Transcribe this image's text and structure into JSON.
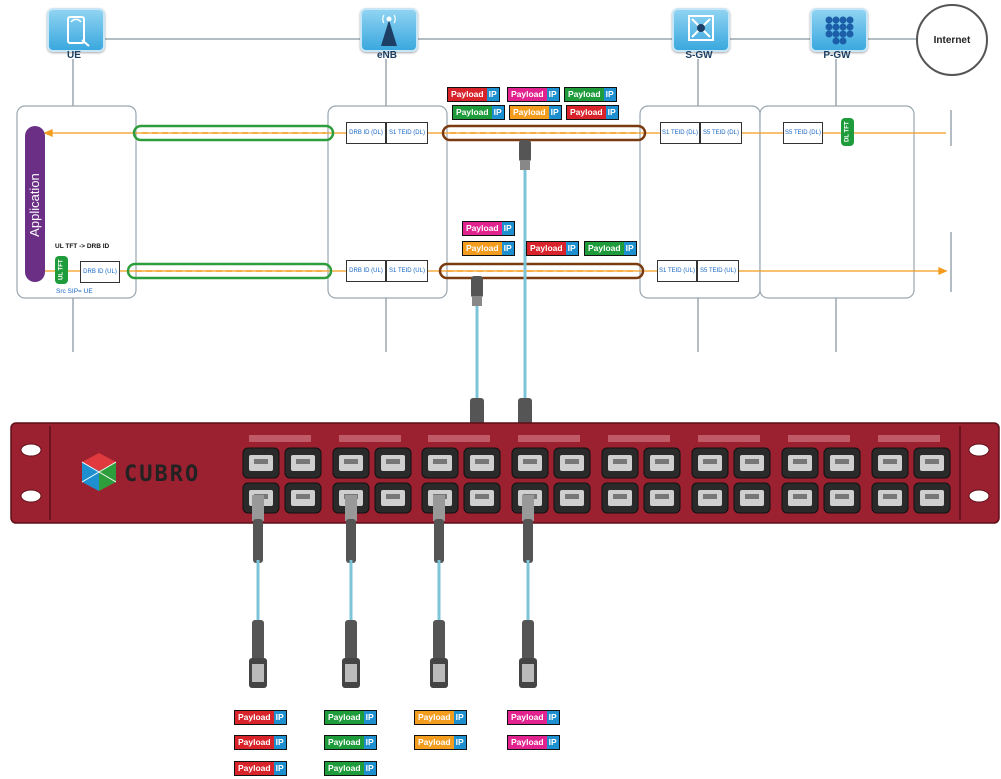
{
  "nodes": {
    "ue": {
      "label": "UE",
      "icon": "phone-icon"
    },
    "enb": {
      "label": "eNB",
      "icon": "antenna-icon"
    },
    "sgw": {
      "label": "S-GW",
      "icon": "serving-gateway-icon"
    },
    "pgw": {
      "label": "P-GW",
      "icon": "packet-gateway-icon"
    },
    "internet": {
      "label": "Internet"
    }
  },
  "application": {
    "label": "Application"
  },
  "ul_tft_map": "UL TFT -> DRB ID",
  "src_sip": "Src SIP= UE",
  "tft": {
    "ul": "UL TFT",
    "dl": "DL TFT"
  },
  "boxes": {
    "ue_drb_ul": "DRB ID (UL)",
    "enb_drb_dl": "DRB ID (DL)",
    "enb_s1_dl": "S1 TEID (DL)",
    "enb_drb_ul": "DRB ID (UL)",
    "enb_s1_ul": "S1 TEID (UL)",
    "sgw_s1_dl": "S1 TEID (DL)",
    "sgw_s5_dl": "S5 TEID (DL)",
    "sgw_s1_ul": "S1 TEID (UL)",
    "sgw_s5_ul": "S5 TEID (UL)",
    "pgw_s5_dl": "S5 TEID (DL)"
  },
  "packet": {
    "payload": "Payload",
    "ip": "IP"
  },
  "brand": {
    "name": "CUBRO"
  },
  "colors": {
    "red": "#d8232a",
    "green": "#1e9b3a",
    "orange": "#f39c1d",
    "magenta": "#e2238f",
    "ip_blue": "#1e90d0",
    "chassis": "#9b2130",
    "tunnel_green": "#2e9e3c",
    "tunnel_brown": "#7a3b10",
    "flow_orange": "#f39c1d",
    "fiber": "#7cc4d8"
  },
  "packet_groups": {
    "s1_dl": [
      "red",
      "magenta",
      "green",
      "green",
      "orange",
      "red"
    ],
    "s1_ul": [
      "magenta",
      "orange",
      "red",
      "green"
    ],
    "out_red": [
      "red",
      "red",
      "red"
    ],
    "out_green": [
      "green",
      "green",
      "green"
    ],
    "out_orange": [
      "orange",
      "orange"
    ],
    "out_magenta": [
      "magenta",
      "magenta"
    ]
  }
}
